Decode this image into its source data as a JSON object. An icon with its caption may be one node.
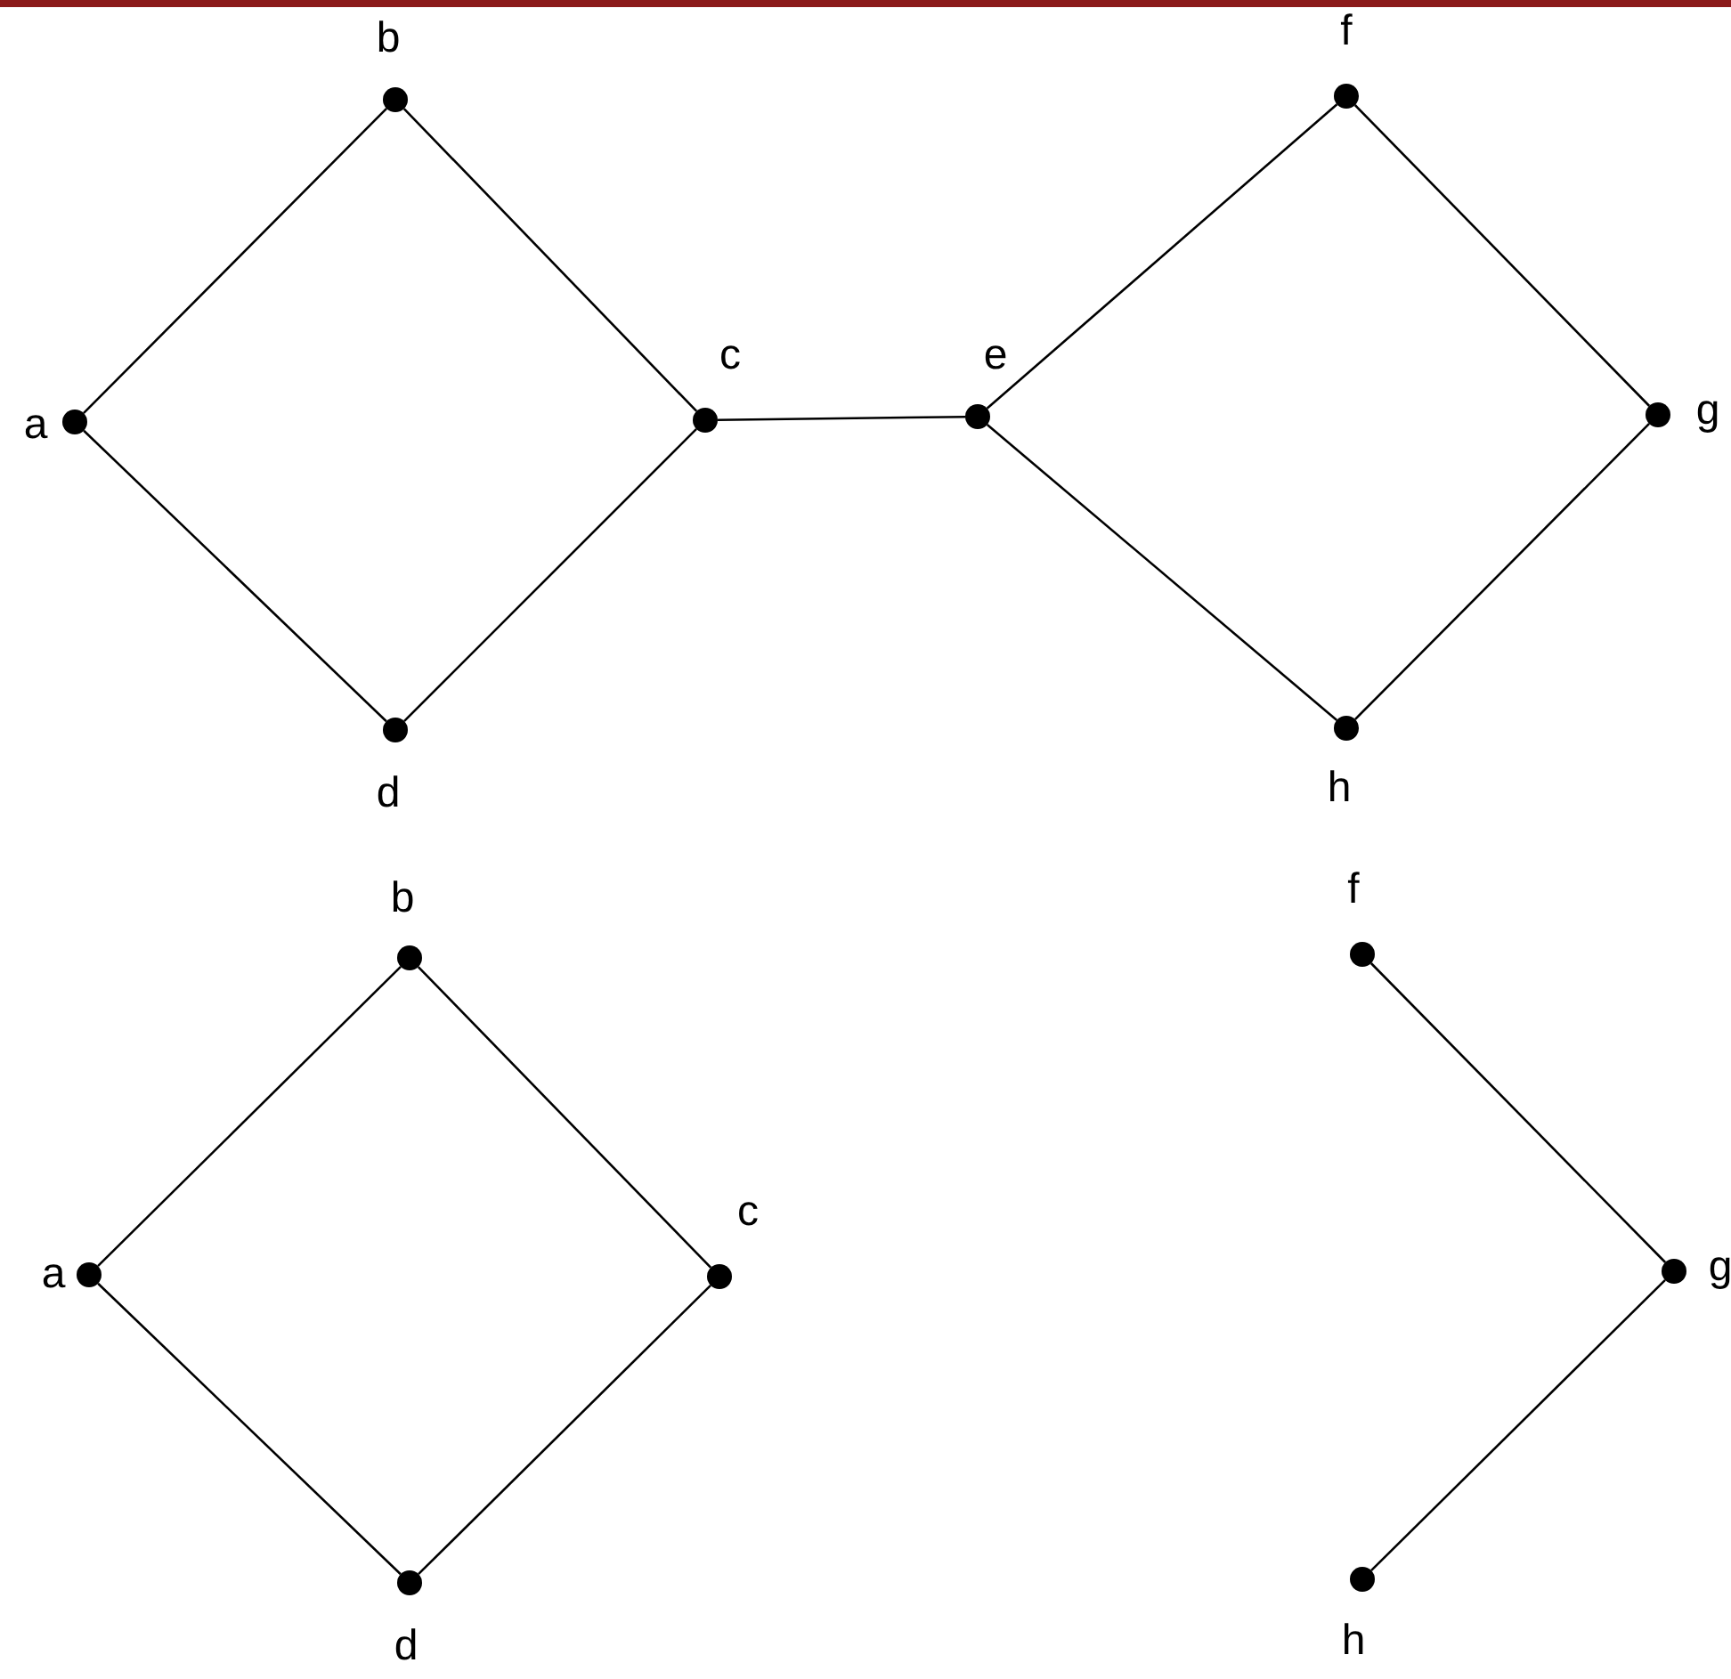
{
  "diagram": {
    "nodes": [
      {
        "text": [
          "b"
        ]
      },
      {
        "text": [
          "a"
        ]
      },
      {
        "text": [
          "c"
        ]
      },
      {
        "text": [
          "d"
        ]
      },
      {
        "text": [
          "e"
        ]
      },
      {
        "text": [
          "f"
        ]
      },
      {
        "text": [
          "g"
        ]
      },
      {
        "text": [
          "h"
        ]
      },
      {
        "text": [
          "b"
        ]
      },
      {
        "text": [
          "a"
        ]
      },
      {
        "text": [
          "c"
        ]
      },
      {
        "text": [
          "d"
        ]
      },
      {
        "text": [
          "f"
        ]
      },
      {
        "text": [
          "g"
        ]
      },
      {
        "text": [
          "h"
        ]
      }
    ],
    "edges": [
      {
        "from": 1,
        "to": 0,
        "arrow": "none"
      },
      {
        "from": 0,
        "to": 2,
        "arrow": "none"
      },
      {
        "from": 1,
        "to": 3,
        "arrow": "none"
      },
      {
        "from": 3,
        "to": 2,
        "arrow": "none"
      },
      {
        "from": 2,
        "to": 4,
        "arrow": "none"
      },
      {
        "from": 4,
        "to": 5,
        "arrow": "none"
      },
      {
        "from": 5,
        "to": 6,
        "arrow": "none"
      },
      {
        "from": 6,
        "to": 7,
        "arrow": "none"
      },
      {
        "from": 4,
        "to": 7,
        "arrow": "none"
      },
      {
        "from": 9,
        "to": 8,
        "arrow": "none"
      },
      {
        "from": 8,
        "to": 10,
        "arrow": "none"
      },
      {
        "from": 9,
        "to": 11,
        "arrow": "none"
      },
      {
        "from": 11,
        "to": 10,
        "arrow": "none"
      },
      {
        "from": 12,
        "to": 13,
        "arrow": "none"
      },
      {
        "from": 13,
        "to": 14,
        "arrow": "none"
      }
    ]
  }
}
